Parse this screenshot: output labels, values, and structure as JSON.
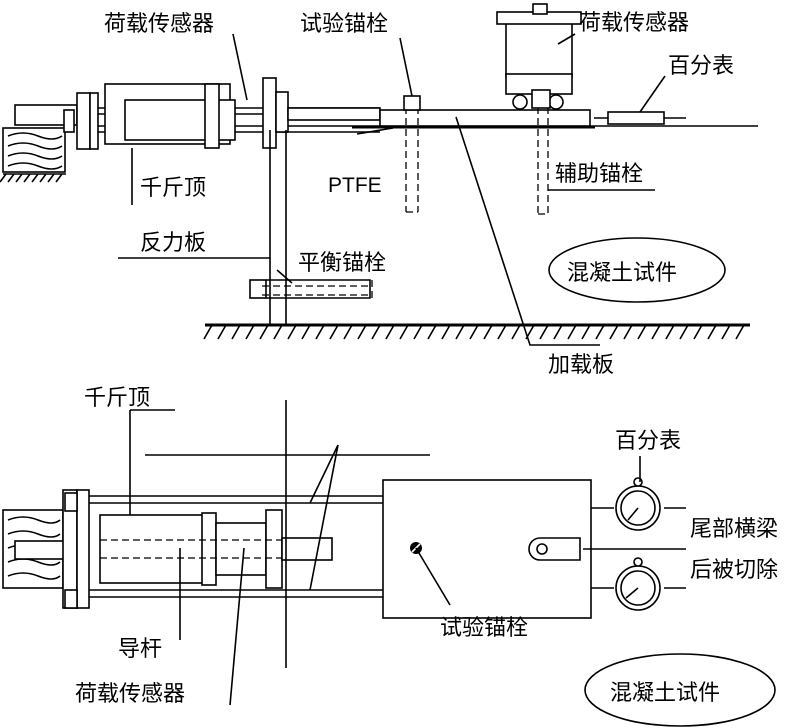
{
  "top": {
    "label_load_sensor_left": "荷载传感器",
    "label_test_anchor": "试验锚栓",
    "label_load_sensor_right": "荷载传感器",
    "label_dial_gauge": "百分表",
    "label_ptfe": "PTFE",
    "label_aux_anchor": "辅助锚栓",
    "label_jack": "千斤顶",
    "label_reaction_plate": "反力板",
    "label_balance_anchor": "平衡锚栓",
    "label_concrete": "混凝土试件",
    "label_loading_plate": "加载板"
  },
  "bottom": {
    "label_jack": "千斤顶",
    "label_dial_gauge": "百分表",
    "label_tail_beam": "尾部横梁",
    "label_rear_cut": "后被切除",
    "label_guide_rod": "导杆",
    "label_test_anchor": "试验锚栓",
    "label_load_sensor": "荷载传感器",
    "label_concrete": "混凝土试件"
  }
}
